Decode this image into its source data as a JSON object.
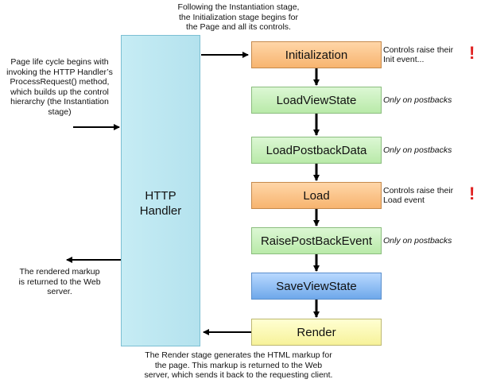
{
  "top_caption": "Following the Instantiation stage,\nthe Initialization stage begins for\nthe Page and all its controls.",
  "left_caption_top": "Page life cycle begins with\ninvoking the HTTP Handler’s\nProcessRequest() method,\nwhich builds up the control\nhierarchy (the Instantiation\nstage)",
  "left_caption_bottom": "The rendered markup\nis returned to the Web\nserver.",
  "bottom_caption": "The Render stage generates the HTML markup for\nthe page.  This markup is returned to the Web\nserver, which sends it back to the requesting client.",
  "handler_label": "HTTP\nHandler",
  "stages": [
    {
      "label": "Initialization",
      "color": "orange",
      "note": "Controls raise their\nInit event...",
      "note_italic": false,
      "alert": "!"
    },
    {
      "label": "LoadViewState",
      "color": "green",
      "note": "Only on postbacks",
      "note_italic": true,
      "alert": ""
    },
    {
      "label": "LoadPostbackData",
      "color": "green",
      "note": "Only on postbacks",
      "note_italic": true,
      "alert": ""
    },
    {
      "label": "Load",
      "color": "orange",
      "note": "Controls raise their\nLoad event",
      "note_italic": false,
      "alert": "!"
    },
    {
      "label": "RaisePostBackEvent",
      "color": "green",
      "note": "Only on postbacks",
      "note_italic": true,
      "alert": ""
    },
    {
      "label": "SaveViewState",
      "color": "blue",
      "note": "",
      "note_italic": false,
      "alert": ""
    },
    {
      "label": "Render",
      "color": "yellow",
      "note": "",
      "note_italic": false,
      "alert": ""
    }
  ],
  "colors": {
    "orange": "#f7b46f",
    "green": "#b9eaa9",
    "blue": "#6ea8ea",
    "yellow": "#f7f29a",
    "handler": "#b4e2ee",
    "alert": "#e02020"
  }
}
